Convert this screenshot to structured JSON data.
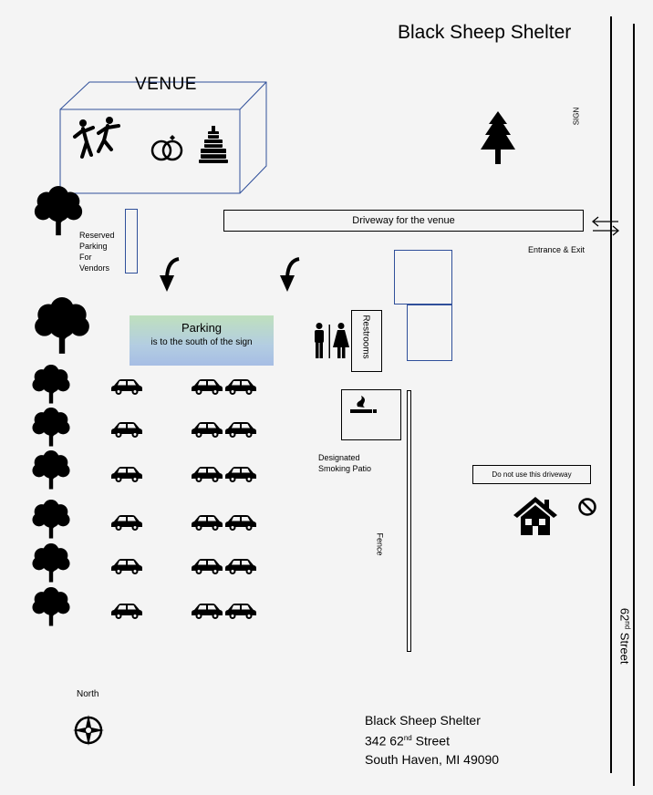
{
  "title": "Black Sheep Shelter",
  "street": {
    "label_pre": "62",
    "label_sup": "nd",
    "label_post": " Street"
  },
  "sign_label": "SIGN",
  "venue": {
    "label": "VENUE",
    "icons": [
      "dancing-people-icon",
      "wedding-rings-icon",
      "wedding-cake-icon"
    ]
  },
  "tree_icon": "pine-tree-icon",
  "driveway": {
    "label": "Driveway for the venue"
  },
  "entrance": {
    "label": "Entrance & Exit",
    "icon": "two-way-arrows-icon"
  },
  "reserved": {
    "line1": "Reserved",
    "line2": "Parking",
    "line3": "For",
    "line4": "Vendors"
  },
  "parking_sign": {
    "title": "Parking",
    "subtitle": "is to the south of the sign"
  },
  "restrooms": {
    "label": "Restrooms",
    "icon": "restroom-people-icon"
  },
  "smoking": {
    "line1": "Designated",
    "line2": "Smoking Patio",
    "icon": "smoking-icon"
  },
  "fence": {
    "label": "Fence"
  },
  "do_not_use": {
    "label": "Do not use this driveway",
    "icons": [
      "house-icon",
      "no-entry-icon"
    ]
  },
  "north": {
    "label": "North",
    "icon": "compass-icon"
  },
  "address": {
    "line1": "Black Sheep Shelter",
    "line2_pre": "342 62",
    "line2_sup": "nd",
    "line2_post": " Street",
    "line3": "South Haven, MI 49090"
  },
  "colors": {
    "accent_blue": "#2f4f9a",
    "parking_green": "#bfe0bd",
    "parking_blue": "#a6bde4"
  }
}
